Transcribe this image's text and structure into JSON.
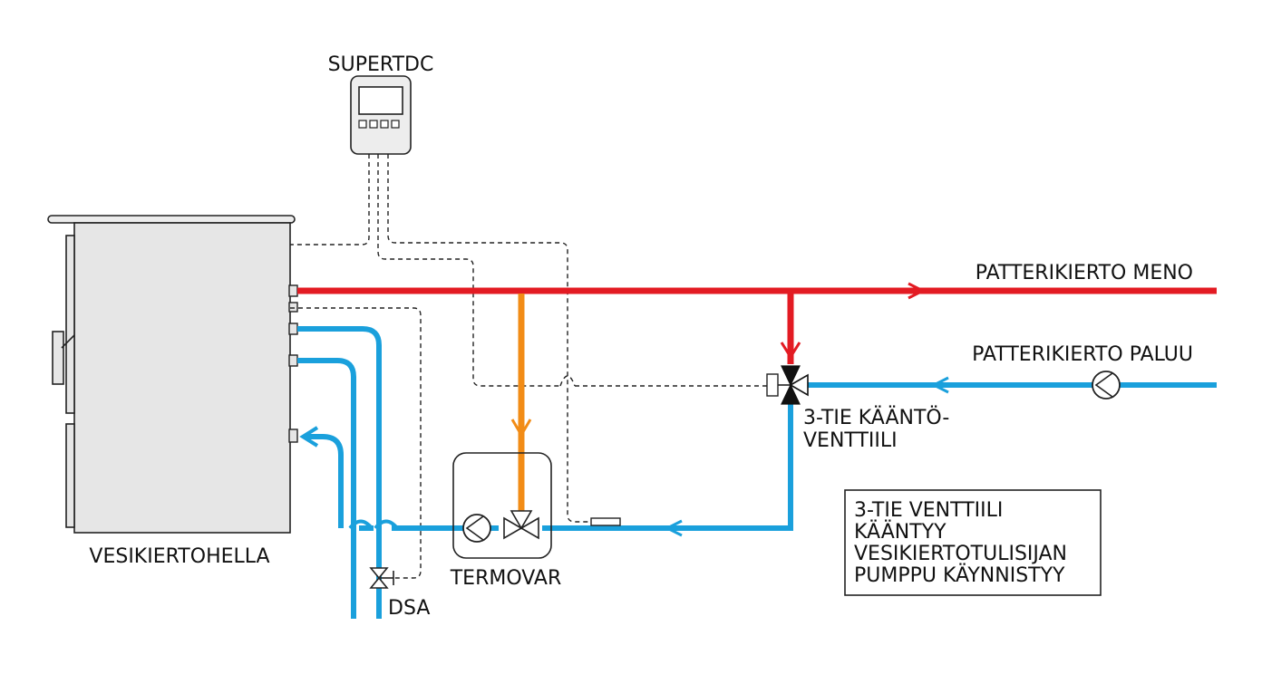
{
  "labels": {
    "controller": "SUPERTDC",
    "stove": "VESIKIERTOHELLA",
    "flow_line": "PATTERIKIERTO MENO",
    "return_line": "PATTERIKIERTO PALUU",
    "diverter_valve_line1": "3-TIE KÄÄNTÖ-",
    "diverter_valve_line2": "VENTTIILI",
    "loading_unit": "TERMOVAR",
    "safety_valve": "DSA"
  },
  "info_box": {
    "line1": "3-TIE VENTTIILI",
    "line2": "KÄÄNTYY",
    "line3": "VESIKIERTOTULISIJAN",
    "line4": "PUMPPU KÄYNNISTYY"
  },
  "colors": {
    "flow_pipe": "#e31b23",
    "return_pipe": "#1aa0dc",
    "loading_pipe": "#f28c16",
    "stove_body": "#e6e6e6",
    "outline": "#222222"
  }
}
